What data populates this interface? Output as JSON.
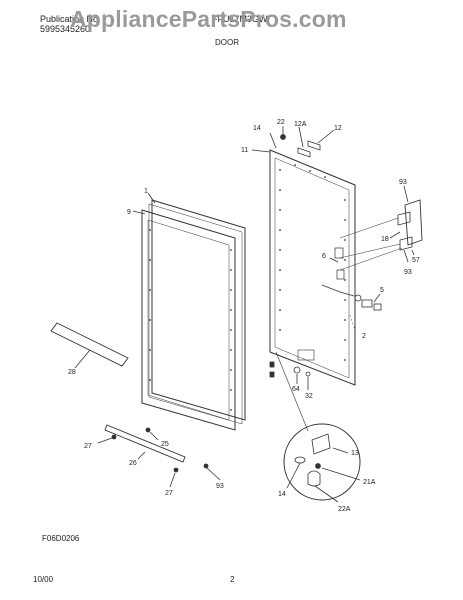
{
  "header": {
    "publication_label": "Publication No.",
    "publication_number": "5995345260",
    "model": "FFU17M3GW",
    "section_title": "DOOR"
  },
  "watermark": "AppliancePartsPros.com",
  "diagram": {
    "callouts": [
      "14",
      "22",
      "12A",
      "12",
      "11",
      "93",
      "18",
      "57",
      "93",
      "6",
      "5",
      "2",
      "1",
      "9",
      "28",
      "64",
      "32",
      "27",
      "25",
      "26",
      "27",
      "93",
      "13",
      "21A",
      "14",
      "22A"
    ],
    "figure_code": "F06D0206"
  },
  "footer": {
    "date": "10/00",
    "page": "2"
  }
}
